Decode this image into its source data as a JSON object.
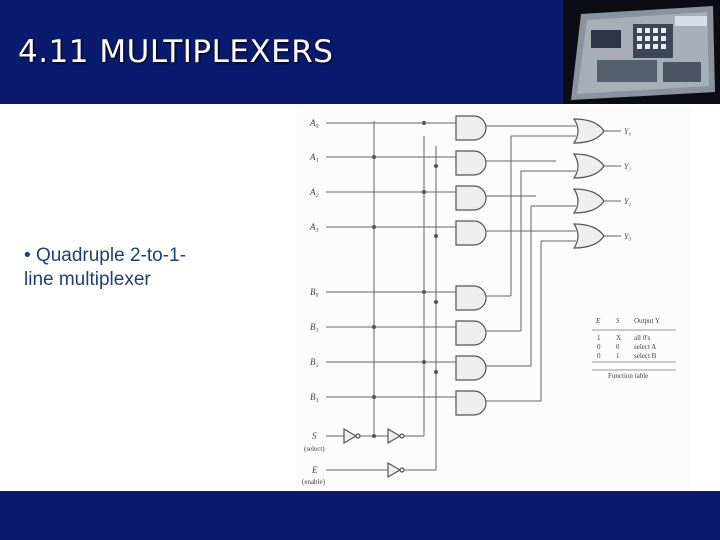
{
  "slide": {
    "title": "4.11 MULTIPLEXERS",
    "bullet_marker": "•",
    "bullet_text": "Quadruple 2-to-1-line multiplexer",
    "bullet_line1": "Quadruple 2-to-1-",
    "bullet_line2": "line multiplexer"
  },
  "colors": {
    "header": "#0a1a6e",
    "title_text": "#ffffff",
    "bullet_text": "#1f3f7a",
    "wire": "#666666"
  },
  "diagram": {
    "inputs_a": [
      "A₀",
      "A₁",
      "A₂",
      "A₃"
    ],
    "inputs_b": [
      "B₀",
      "B₁",
      "B₂",
      "B₃"
    ],
    "select_label": "S",
    "select_sub": "(select)",
    "enable_label": "E",
    "enable_sub": "(enable)",
    "outputs": [
      "Y₀",
      "Y₁",
      "Y₂",
      "Y₃"
    ]
  },
  "function_table": {
    "headers": [
      "E",
      "S",
      "Output Y"
    ],
    "rows": [
      [
        "1",
        "X",
        "all 0's"
      ],
      [
        "0",
        "0",
        "select A"
      ],
      [
        "0",
        "1",
        "select B"
      ]
    ],
    "caption": "Function table"
  }
}
